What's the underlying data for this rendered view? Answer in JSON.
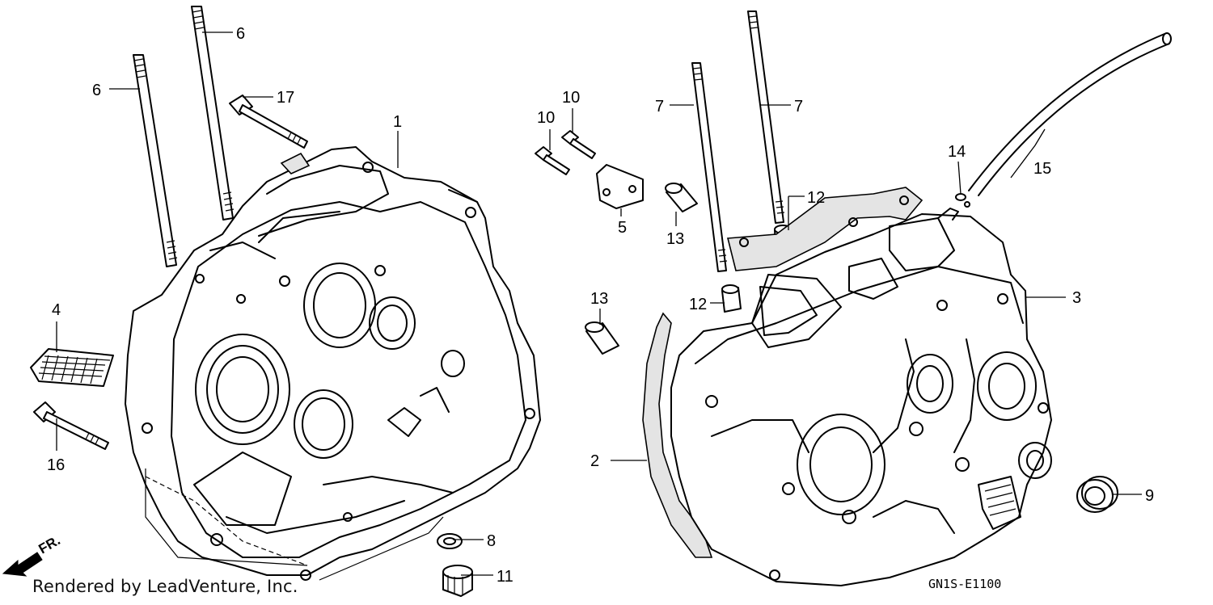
{
  "labels": {
    "l1": "1",
    "l2": "2",
    "l3": "3",
    "l4": "4",
    "l5": "5",
    "l6a": "6",
    "l6b": "6",
    "l7a": "7",
    "l7b": "7",
    "l8": "8",
    "l9": "9",
    "l10a": "10",
    "l10b": "10",
    "l11": "11",
    "l12a": "12",
    "l12b": "12",
    "l13a": "13",
    "l13b": "13",
    "l14": "14",
    "l15": "15",
    "l16": "16",
    "l17": "17"
  },
  "direction_marker": "FR.",
  "diagram_code": "GN1S-E1100",
  "credit": "Rendered by LeadVenture, Inc."
}
